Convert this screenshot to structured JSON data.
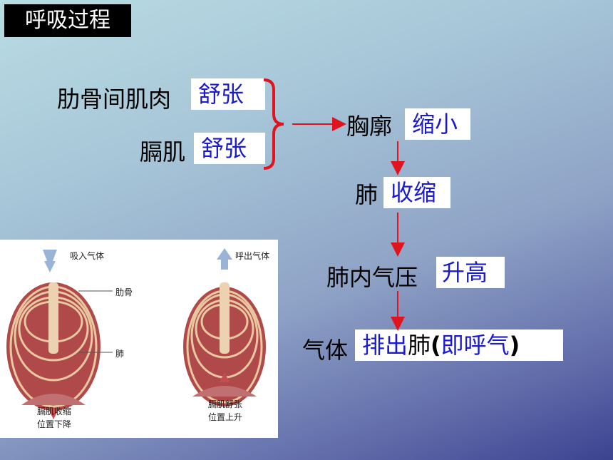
{
  "title": "呼吸过程",
  "steps": {
    "intercostal": {
      "label": "肋骨间肌肉",
      "state": "舒张"
    },
    "diaphragm": {
      "label": "膈肌",
      "state": "舒张"
    },
    "thorax": {
      "label": "胸廓",
      "state": "缩小"
    },
    "lung": {
      "label": "肺",
      "state": "收缩"
    },
    "pressure": {
      "label": "肺内气压",
      "state": "升高"
    },
    "gas": {
      "label": "气体",
      "state_a": "排出",
      "state_b": "肺",
      "paren_open": "(",
      "state_c": "即呼气",
      "paren_close": ")"
    }
  },
  "figure": {
    "left_top": "吸入气体",
    "rib": "肋骨",
    "lung": "肺",
    "left_bottom_1": "膈肌收缩",
    "left_bottom_2": "位置下降",
    "right_top": "呼出气体",
    "right_bottom_1": "膈肌舒张",
    "right_bottom_2": "位置上升"
  },
  "colors": {
    "accent": "#e0141e",
    "fill_text": "#1a1ad0"
  }
}
